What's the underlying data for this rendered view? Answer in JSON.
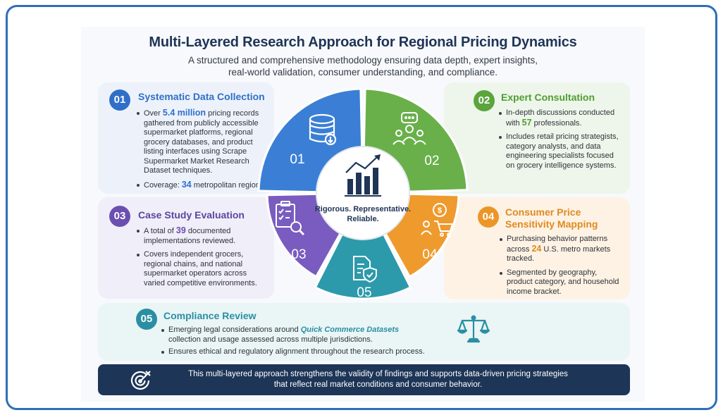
{
  "header": {
    "title": "Multi-Layered Research Approach for Regional Pricing Dynamics",
    "subtitle_line1": "A structured and comprehensive methodology ensuring data depth, expert insights,",
    "subtitle_line2": "real-world validation, consumer understanding, and compliance."
  },
  "center": {
    "line1": "Rigorous. Representative.",
    "line2": "Reliable."
  },
  "wheel_labels": [
    "01",
    "02",
    "04",
    "05",
    "03"
  ],
  "sections": {
    "s1": {
      "num": "01",
      "title": "Systematic Data Collection",
      "b1_pre": "Over ",
      "b1_hl": "5.4 million",
      "b1_post": " pricing records gathered from publicly accessible supermarket platforms, regional grocery databases, and product listing interfaces using Scrape Supermarket Market Research Dataset techniques.",
      "b2_pre": "Coverage: ",
      "b2_hl": "34",
      "b2_post": " metropolitan regions"
    },
    "s2": {
      "num": "02",
      "title": "Expert Consultation",
      "b1_pre": "In-depth discussions conducted with ",
      "b1_hl": "57",
      "b1_post": " professionals.",
      "b2": "Includes retail pricing strategists, category analysts, and data engineering specialists focused on grocery intelligence systems."
    },
    "s3": {
      "num": "03",
      "title": "Case Study Evaluation",
      "b1_pre": "A total of ",
      "b1_hl": "39",
      "b1_post": " documented implementations reviewed.",
      "b2": "Covers independent grocers, regional chains, and national supermarket operators across varied competitive environments."
    },
    "s4": {
      "num": "04",
      "title_line1": "Consumer Price",
      "title_line2": "Sensitivity Mapping",
      "b1_pre": "Purchasing behavior patterns across ",
      "b1_hl": "24",
      "b1_post": " U.S. metro markets tracked.",
      "b2": "Segmented by geography, product category, and household income bracket."
    },
    "s5": {
      "num": "05",
      "title": "Compliance Review",
      "b1_pre": "Emerging legal considerations around ",
      "b1_hl": "Quick Commerce Datasets",
      "b1_post": " collection and usage assessed across multiple jurisdictions.",
      "b2": "Ensures ethical and regulatory alignment throughout the research process."
    }
  },
  "footer": {
    "line1": "This multi-layered approach strengthens the validity of findings and supports data-driven pricing strategies",
    "line2": "that reflect real market conditions and consumer behavior."
  },
  "colors": {
    "blue": "#3a7fd5",
    "green": "#69b04a",
    "orange": "#ef9a2d",
    "teal": "#2c9aab",
    "purple": "#7a5cc0",
    "navy": "#1d3557"
  },
  "icons": [
    "database-icon",
    "team-chat-icon",
    "growth-chart-icon",
    "checklist-search-icon",
    "price-cart-icon",
    "shield-document-icon",
    "scales-icon",
    "target-icon"
  ]
}
